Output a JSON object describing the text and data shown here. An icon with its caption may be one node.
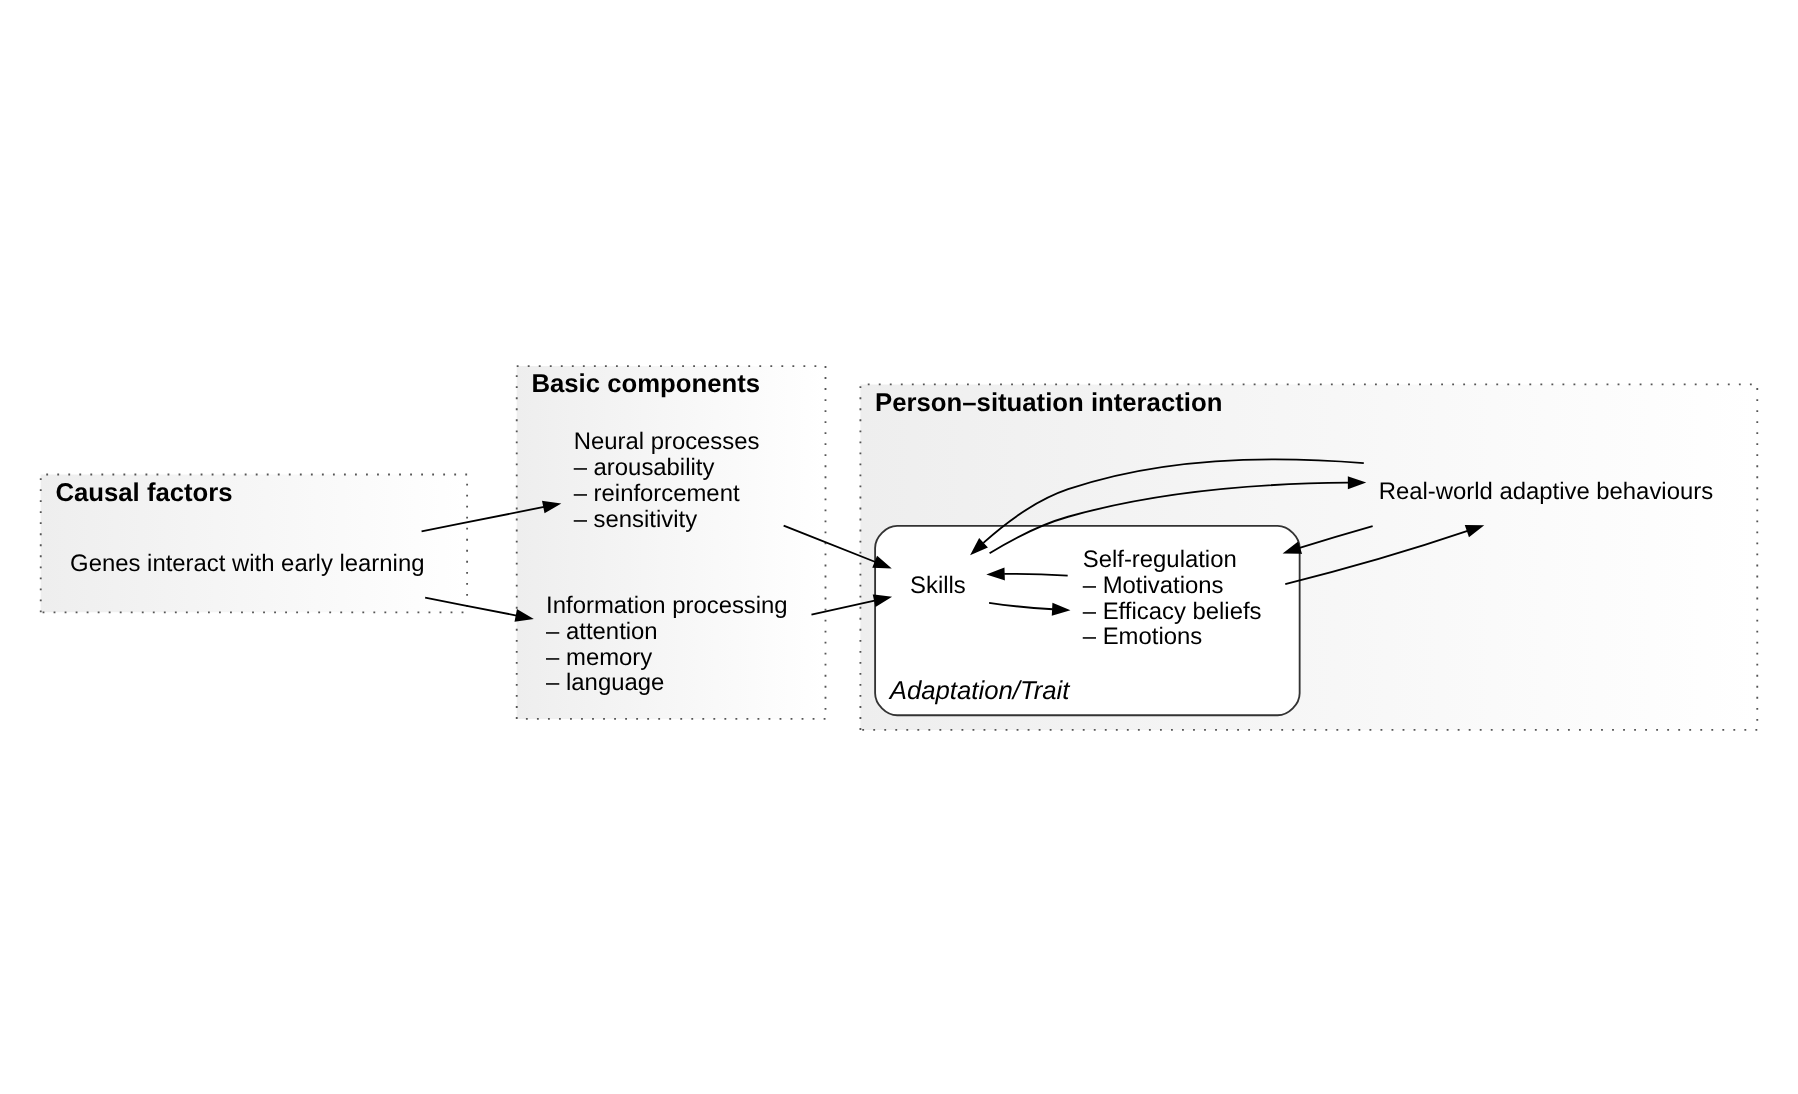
{
  "diagram": {
    "nodes": [
      {
        "text": [
          "Causal factors"
        ]
      },
      {
        "text": [
          "Basic components"
        ]
      },
      {
        "text": [
          "Person–situation interaction"
        ]
      },
      {
        "text": [
          "Genes interact with early learning"
        ],
        "in": 0
      },
      {
        "text": [
          "Neural processes",
          "– arousability",
          "– reinforcement",
          "– sensitivity"
        ],
        "in": 1
      },
      {
        "text": [
          "Information processing",
          "– attention",
          "– memory",
          "– language"
        ],
        "in": 1
      },
      {
        "text": [
          "Adaptation/Trait"
        ],
        "in": 2
      },
      {
        "text": [
          "Skills"
        ],
        "in": 6
      },
      {
        "text": [
          "Self-regulation",
          "– Motivations",
          "– Efficacy beliefs",
          "– Emotions"
        ],
        "in": 6
      },
      {
        "text": [
          "Real-world adaptive behaviours"
        ],
        "in": 2
      }
    ],
    "edges": [
      {
        "from": 3,
        "to": 4,
        "arrow": "to"
      },
      {
        "from": 3,
        "to": 5,
        "arrow": "to"
      },
      {
        "from": 4,
        "to": 7,
        "arrow": "to"
      },
      {
        "from": 5,
        "to": 7,
        "arrow": "to"
      },
      {
        "from": 7,
        "to": 8,
        "arrow": "to"
      },
      {
        "from": 8,
        "to": 7,
        "arrow": "to"
      },
      {
        "from": 7,
        "to": 9,
        "arrow": "to"
      },
      {
        "from": 9,
        "to": 7,
        "arrow": "to"
      },
      {
        "from": 9,
        "to": 8,
        "arrow": "to"
      },
      {
        "from": 8,
        "to": 9,
        "arrow": "to"
      }
    ]
  }
}
